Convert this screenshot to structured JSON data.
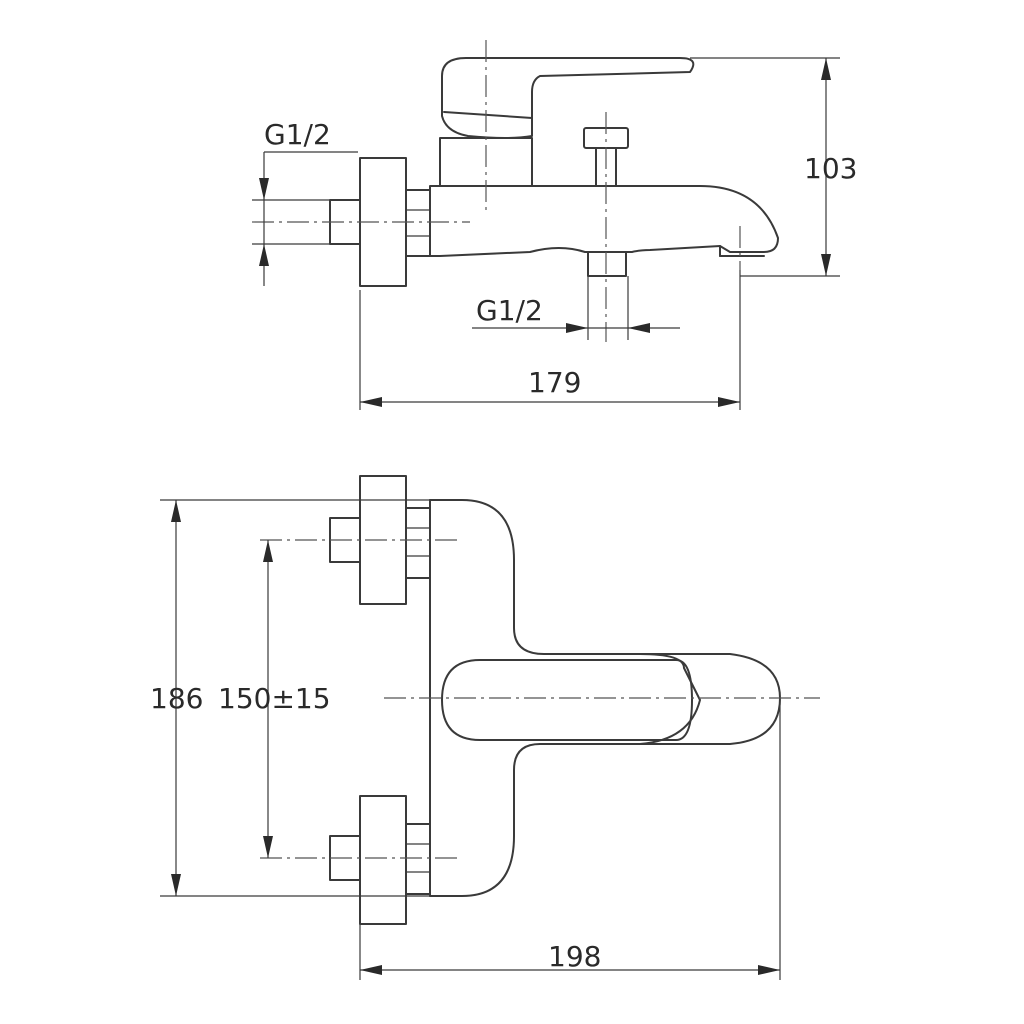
{
  "side_view": {
    "thread_left": "G1/2",
    "thread_bottom": "G1/2",
    "height": "103",
    "length": "179"
  },
  "top_view": {
    "width": "186",
    "spacing": "150±15",
    "length": "198"
  },
  "colors": {
    "line": "#3a3a3a",
    "background": "#ffffff"
  }
}
